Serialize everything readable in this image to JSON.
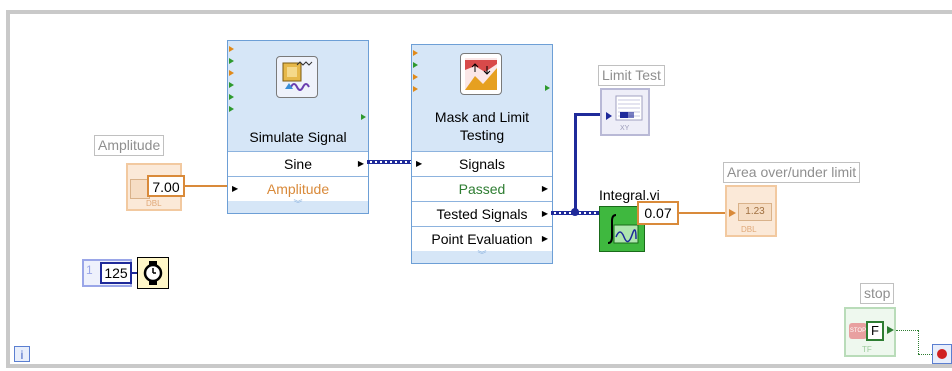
{
  "controls": {
    "amplitude": {
      "label": "Amplitude",
      "value": "7.00",
      "type_tag": "DBL"
    },
    "limit_test": {
      "label": "Limit Test"
    },
    "area": {
      "label": "Area over/under  limit",
      "value": "1.23",
      "type_tag": "DBL"
    },
    "wait": {
      "constant": "125"
    },
    "stop": {
      "label": "stop",
      "value": "F",
      "type_tag": "TF",
      "stop_glyph": "STOP"
    }
  },
  "simulate_signal": {
    "title": "Simulate Signal",
    "rows": [
      "Sine",
      "Amplitude"
    ]
  },
  "mask_limit": {
    "title_line1": "Mask and Limit",
    "title_line2": "Testing",
    "rows": [
      "Signals",
      "Passed",
      "Tested Signals",
      "Point Evaluation"
    ]
  },
  "integral": {
    "label": "Integral.vi",
    "output": "0.07"
  },
  "loop": {
    "iteration_terminal": "i"
  },
  "colors": {
    "orange_wire": "#d98a3a",
    "dynamic_wire": "#1f2a9a",
    "express_bg": "#d6e6f7",
    "boolean_green": "#2e7d32"
  }
}
